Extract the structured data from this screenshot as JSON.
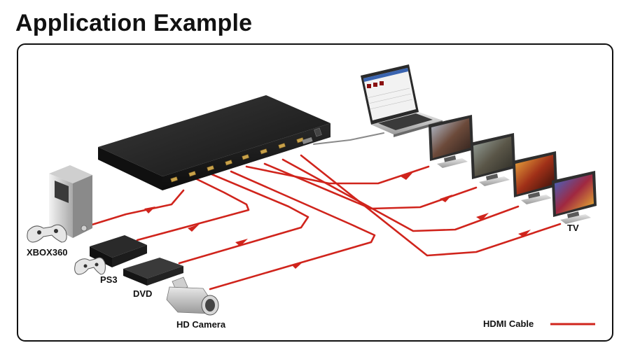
{
  "title": "Application Example",
  "labels": {
    "xbox": "XBOX360",
    "ps3": "PS3",
    "dvd": "DVD",
    "camera": "HD Camera",
    "tv": "TV"
  },
  "legend": {
    "label": "HDMI Cable",
    "color": "#d0241c"
  },
  "colors": {
    "cable": "#d0241c",
    "switcher_body": "#1c1c1c",
    "port": "#c9a24a"
  },
  "icons": [
    "xbox360-console-icon",
    "gamepad-icon",
    "ps3-console-icon",
    "dvd-player-icon",
    "hd-camera-icon",
    "laptop-icon",
    "monitor-icon",
    "tv-icon",
    "hdmi-matrix-switch-icon"
  ]
}
